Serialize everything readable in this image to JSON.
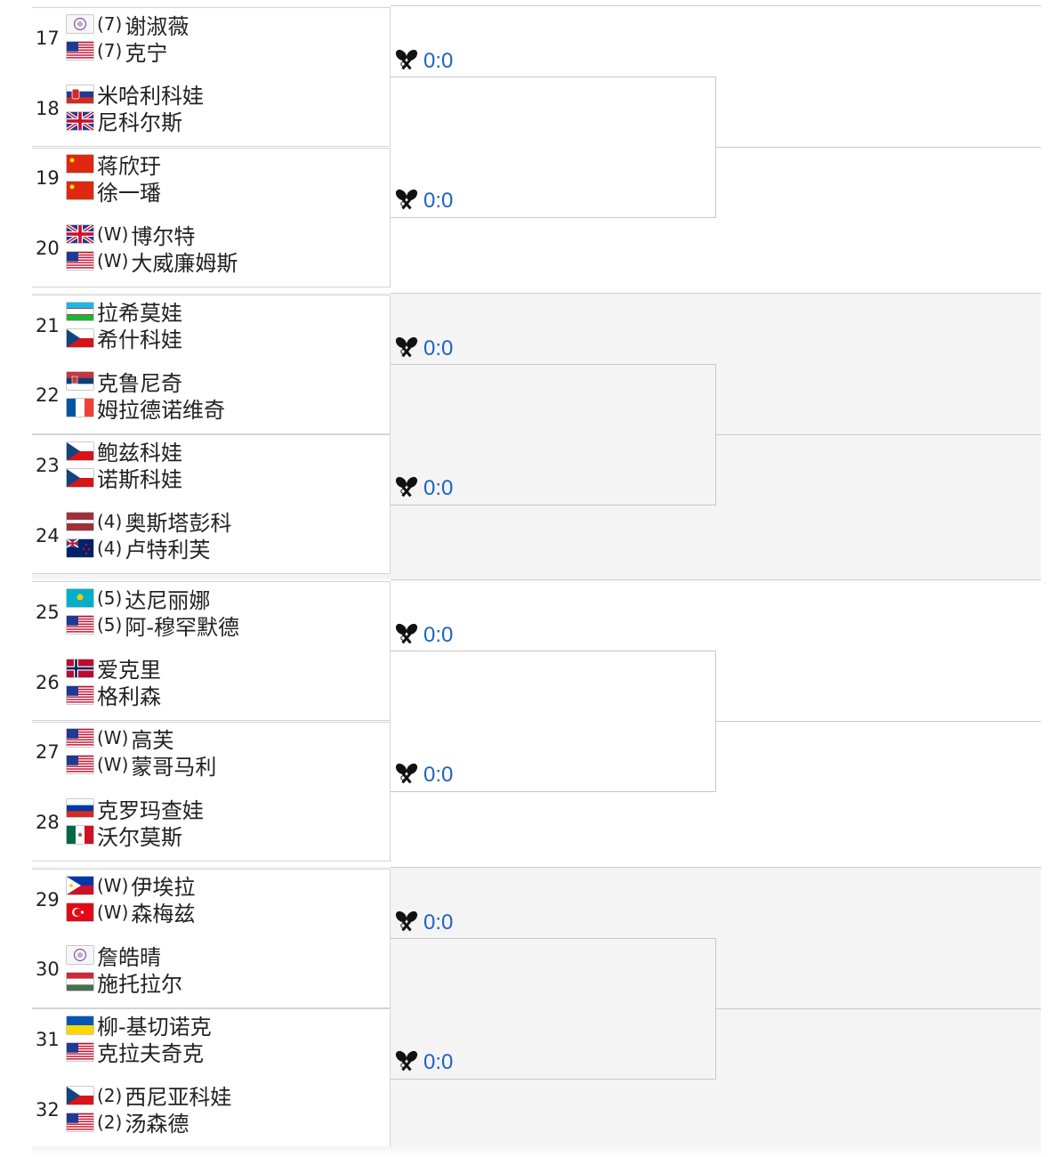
{
  "bracket": {
    "quadrants": [
      {
        "shaded": false,
        "pairs": [
          {
            "seed_number": "17",
            "players": [
              {
                "flag": "tpe",
                "tag": "(7)",
                "name": "谢淑薇"
              },
              {
                "flag": "usa",
                "tag": "(7)",
                "name": "克宁"
              }
            ]
          },
          {
            "seed_number": "18",
            "players": [
              {
                "flag": "svk",
                "tag": "",
                "name": "米哈利科娃"
              },
              {
                "flag": "gbr",
                "tag": "",
                "name": "尼科尔斯"
              }
            ]
          },
          {
            "seed_number": "19",
            "players": [
              {
                "flag": "chn",
                "tag": "",
                "name": "蒋欣玗"
              },
              {
                "flag": "chn",
                "tag": "",
                "name": "徐一璠"
              }
            ]
          },
          {
            "seed_number": "20",
            "players": [
              {
                "flag": "gbr",
                "tag": "(W)",
                "name": "博尔特"
              },
              {
                "flag": "usa",
                "tag": "(W)",
                "name": "大威廉姆斯"
              }
            ]
          }
        ],
        "matches": [
          {
            "score": "0:0"
          },
          {
            "score": "0:0"
          }
        ]
      },
      {
        "shaded": true,
        "pairs": [
          {
            "seed_number": "21",
            "players": [
              {
                "flag": "uzb",
                "tag": "",
                "name": "拉希莫娃"
              },
              {
                "flag": "cze",
                "tag": "",
                "name": "希什科娃"
              }
            ]
          },
          {
            "seed_number": "22",
            "players": [
              {
                "flag": "srb",
                "tag": "",
                "name": "克鲁尼奇"
              },
              {
                "flag": "fra",
                "tag": "",
                "name": "姆拉德诺维奇"
              }
            ]
          },
          {
            "seed_number": "23",
            "players": [
              {
                "flag": "cze",
                "tag": "",
                "name": "鲍兹科娃"
              },
              {
                "flag": "cze",
                "tag": "",
                "name": "诺斯科娃"
              }
            ]
          },
          {
            "seed_number": "24",
            "players": [
              {
                "flag": "lat",
                "tag": "(4)",
                "name": "奥斯塔彭科"
              },
              {
                "flag": "nzl",
                "tag": "(4)",
                "name": "卢特利芙"
              }
            ]
          }
        ],
        "matches": [
          {
            "score": "0:0"
          },
          {
            "score": "0:0"
          }
        ]
      },
      {
        "shaded": false,
        "pairs": [
          {
            "seed_number": "25",
            "players": [
              {
                "flag": "kaz",
                "tag": "(5)",
                "name": "达尼丽娜"
              },
              {
                "flag": "usa",
                "tag": "(5)",
                "name": "阿-穆罕默德"
              }
            ]
          },
          {
            "seed_number": "26",
            "players": [
              {
                "flag": "nor",
                "tag": "",
                "name": "爱克里"
              },
              {
                "flag": "usa",
                "tag": "",
                "name": "格利森"
              }
            ]
          },
          {
            "seed_number": "27",
            "players": [
              {
                "flag": "usa",
                "tag": "(W)",
                "name": "高芙"
              },
              {
                "flag": "usa",
                "tag": "(W)",
                "name": "蒙哥马利"
              }
            ]
          },
          {
            "seed_number": "28",
            "players": [
              {
                "flag": "rus",
                "tag": "",
                "name": "克罗玛查娃"
              },
              {
                "flag": "mex",
                "tag": "",
                "name": "沃尔莫斯"
              }
            ]
          }
        ],
        "matches": [
          {
            "score": "0:0"
          },
          {
            "score": "0:0"
          }
        ]
      },
      {
        "shaded": true,
        "pairs": [
          {
            "seed_number": "29",
            "players": [
              {
                "flag": "phi",
                "tag": "(W)",
                "name": "伊埃拉"
              },
              {
                "flag": "tur",
                "tag": "(W)",
                "name": "森梅兹"
              }
            ]
          },
          {
            "seed_number": "30",
            "players": [
              {
                "flag": "tpe",
                "tag": "",
                "name": "詹皓晴"
              },
              {
                "flag": "hun",
                "tag": "",
                "name": "施托拉尔"
              }
            ]
          },
          {
            "seed_number": "31",
            "players": [
              {
                "flag": "ukr",
                "tag": "",
                "name": "柳-基切诺克"
              },
              {
                "flag": "usa",
                "tag": "",
                "name": "克拉夫奇克"
              }
            ]
          },
          {
            "seed_number": "32",
            "players": [
              {
                "flag": "cze",
                "tag": "(2)",
                "name": "西尼亚科娃"
              },
              {
                "flag": "usa",
                "tag": "(2)",
                "name": "汤森德"
              }
            ]
          }
        ],
        "matches": [
          {
            "score": "0:0"
          },
          {
            "score": "0:0"
          }
        ]
      }
    ]
  },
  "colors": {
    "score": "#1e63c2",
    "line": "#c8c8c8",
    "shade": "#f4f4f4"
  },
  "icons": {
    "match": "tennis-rackets-icon"
  }
}
